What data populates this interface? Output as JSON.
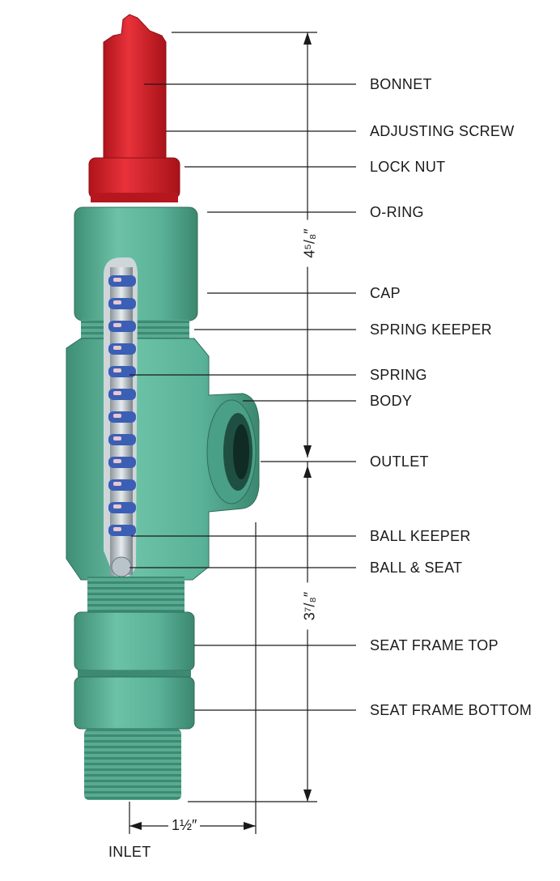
{
  "labels": {
    "bonnet": "BONNET",
    "adjusting_screw": "ADJUSTING SCREW",
    "lock_nut": "LOCK NUT",
    "o_ring": "O-RING",
    "cap": "CAP",
    "spring_keeper": "SPRING KEEPER",
    "spring": "SPRING",
    "body": "BODY",
    "outlet": "OUTLET",
    "ball_keeper": "BALL KEEPER",
    "ball_and_seat": "BALL & SEAT",
    "seat_frame_top": "SEAT FRAME TOP",
    "seat_frame_bottom": "SEAT FRAME BOTTOM",
    "inlet": "INLET"
  },
  "dimensions": {
    "upper_height": "4⁵/₈″",
    "lower_height": "3⁷/₈″",
    "inlet_width": "1½″"
  },
  "colors": {
    "bonnet_red": "#d81f26",
    "body_green": "#5fb59a",
    "spring_blue": "#3b5fb5",
    "line": "#1a1a1a"
  }
}
